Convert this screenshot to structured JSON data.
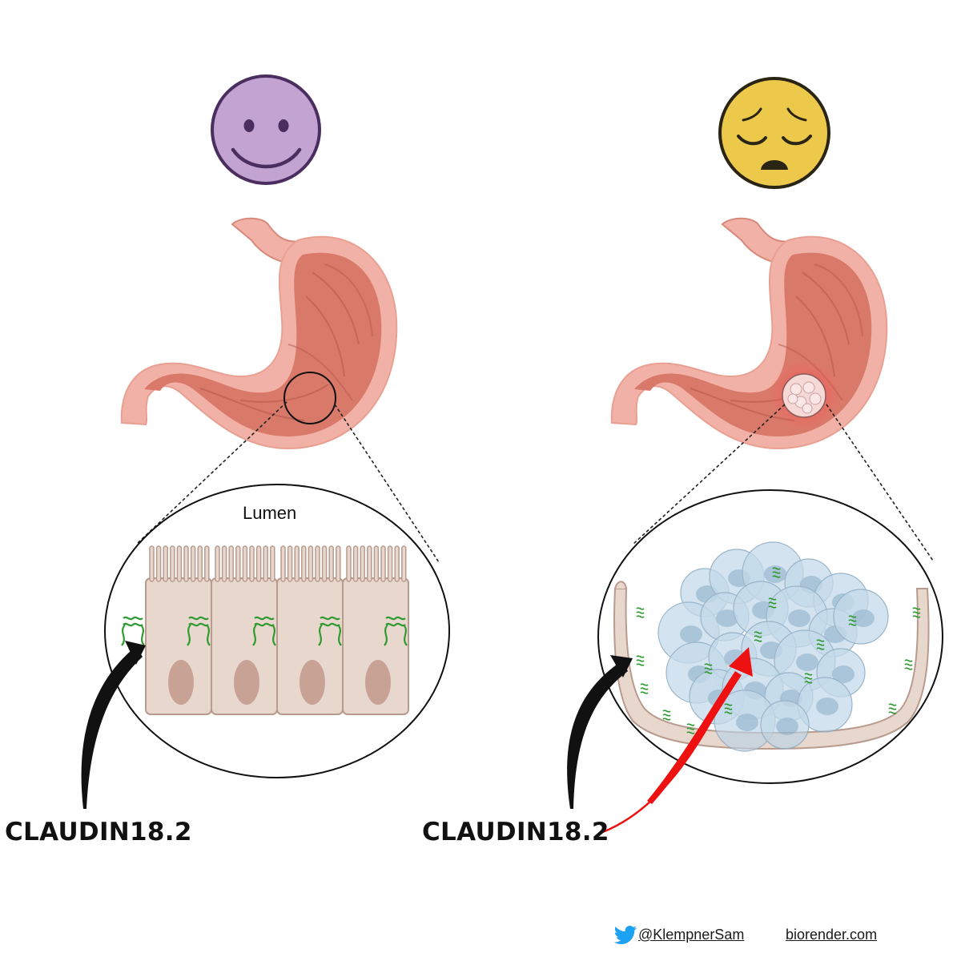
{
  "lumen_label": "Lumen",
  "left_label": "CLAUDIN18.2",
  "right_label": "CLAUDIN18.2",
  "footer": {
    "twitter_handle": "@KlempnerSam",
    "site": "biorender.com"
  },
  "colors": {
    "happy_face": "#c3a3d2",
    "sad_face": "#ecc94a",
    "stomach": "#d9796a",
    "stomach_outer": "#f2b1a6",
    "cell": "#e8d7cd",
    "nucleus": "#c9a296",
    "claudin": "#2f9a2f",
    "tumor": "#b9d3e6",
    "red_arrow": "#ee1111",
    "twitter": "#1da1f2"
  },
  "icons": [
    "happy-face-icon",
    "sad-face-icon",
    "twitter-icon"
  ]
}
